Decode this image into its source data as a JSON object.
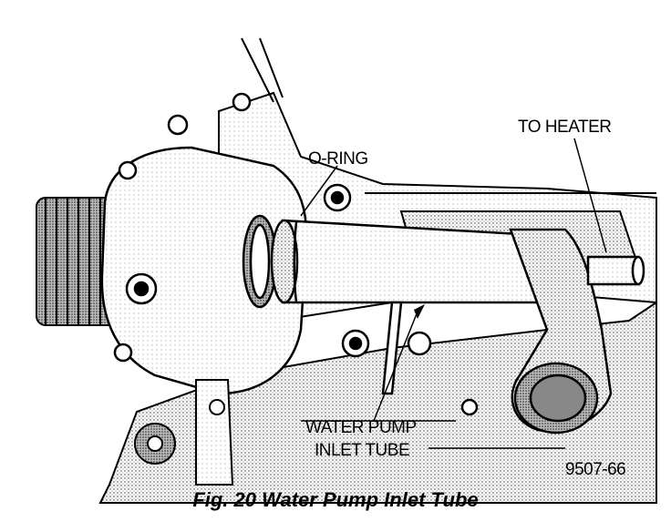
{
  "labels": {
    "o_ring": "O-RING",
    "to_heater": "TO HEATER",
    "water_pump_line1": "WATER PUMP",
    "water_pump_line2": "INLET TUBE",
    "figure_number": "9507-66"
  },
  "caption": "Fig. 20 Water Pump Inlet Tube"
}
